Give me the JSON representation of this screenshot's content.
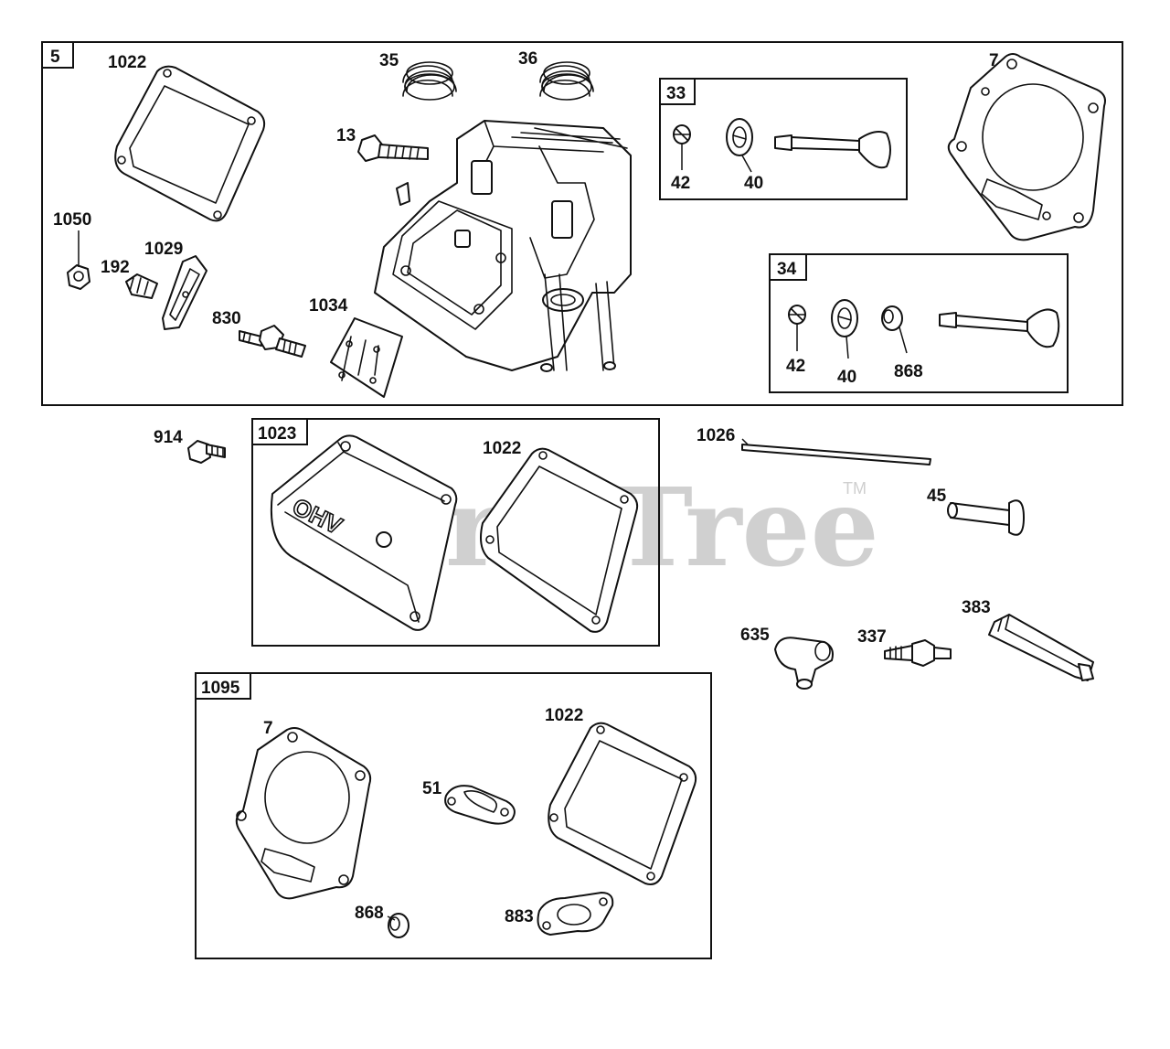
{
  "watermark": {
    "brand": "PartsTree",
    "trademark": "TM"
  },
  "colors": {
    "line": "#111111",
    "watermark": "#d0d0d0",
    "background": "#ffffff"
  },
  "groups": {
    "cylinder_head_assembly": "5",
    "exhaust_valve_kit": "33",
    "intake_valve_kit": "34",
    "rocker_cover_kit": "1023",
    "gasket_set": "1095"
  },
  "cover_marking": "OHV",
  "part_labels": {
    "p1022_head": "1022",
    "p35": "35",
    "p36": "36",
    "p13": "13",
    "p7_top": "7",
    "p42_a": "42",
    "p40_a": "40",
    "p1050": "1050",
    "p192": "192",
    "p1029": "1029",
    "p830": "830",
    "p1034": "1034",
    "p42_b": "42",
    "p40_b": "40",
    "p868_top": "868",
    "p914": "914",
    "p1022_cover": "1022",
    "p1026": "1026",
    "p45": "45",
    "p383": "383",
    "p635": "635",
    "p337": "337",
    "p7_set": "7",
    "p1022_set": "1022",
    "p51": "51",
    "p868_set": "868",
    "p883": "883"
  }
}
